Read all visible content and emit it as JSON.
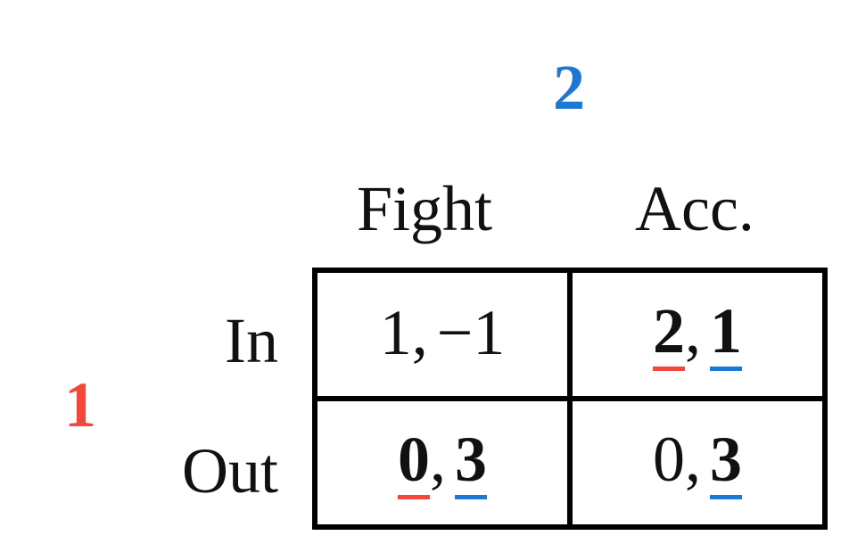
{
  "players": {
    "row_player": "1",
    "col_player": "2"
  },
  "colors": {
    "player1": "#f2473a",
    "player2": "#1f77d4"
  },
  "columns": [
    "Fight",
    "Acc."
  ],
  "rows": [
    "In",
    "Out"
  ],
  "separator": ",",
  "cells": [
    [
      {
        "p1": "1",
        "p2": "−1",
        "p1_best": false,
        "p2_best": false
      },
      {
        "p1": "2",
        "p2": "1",
        "p1_best": true,
        "p2_best": true
      }
    ],
    [
      {
        "p1": "0",
        "p2": "3",
        "p1_best": true,
        "p2_best": true
      },
      {
        "p1": "0",
        "p2": "3",
        "p1_best": false,
        "p2_best": true
      }
    ]
  ]
}
